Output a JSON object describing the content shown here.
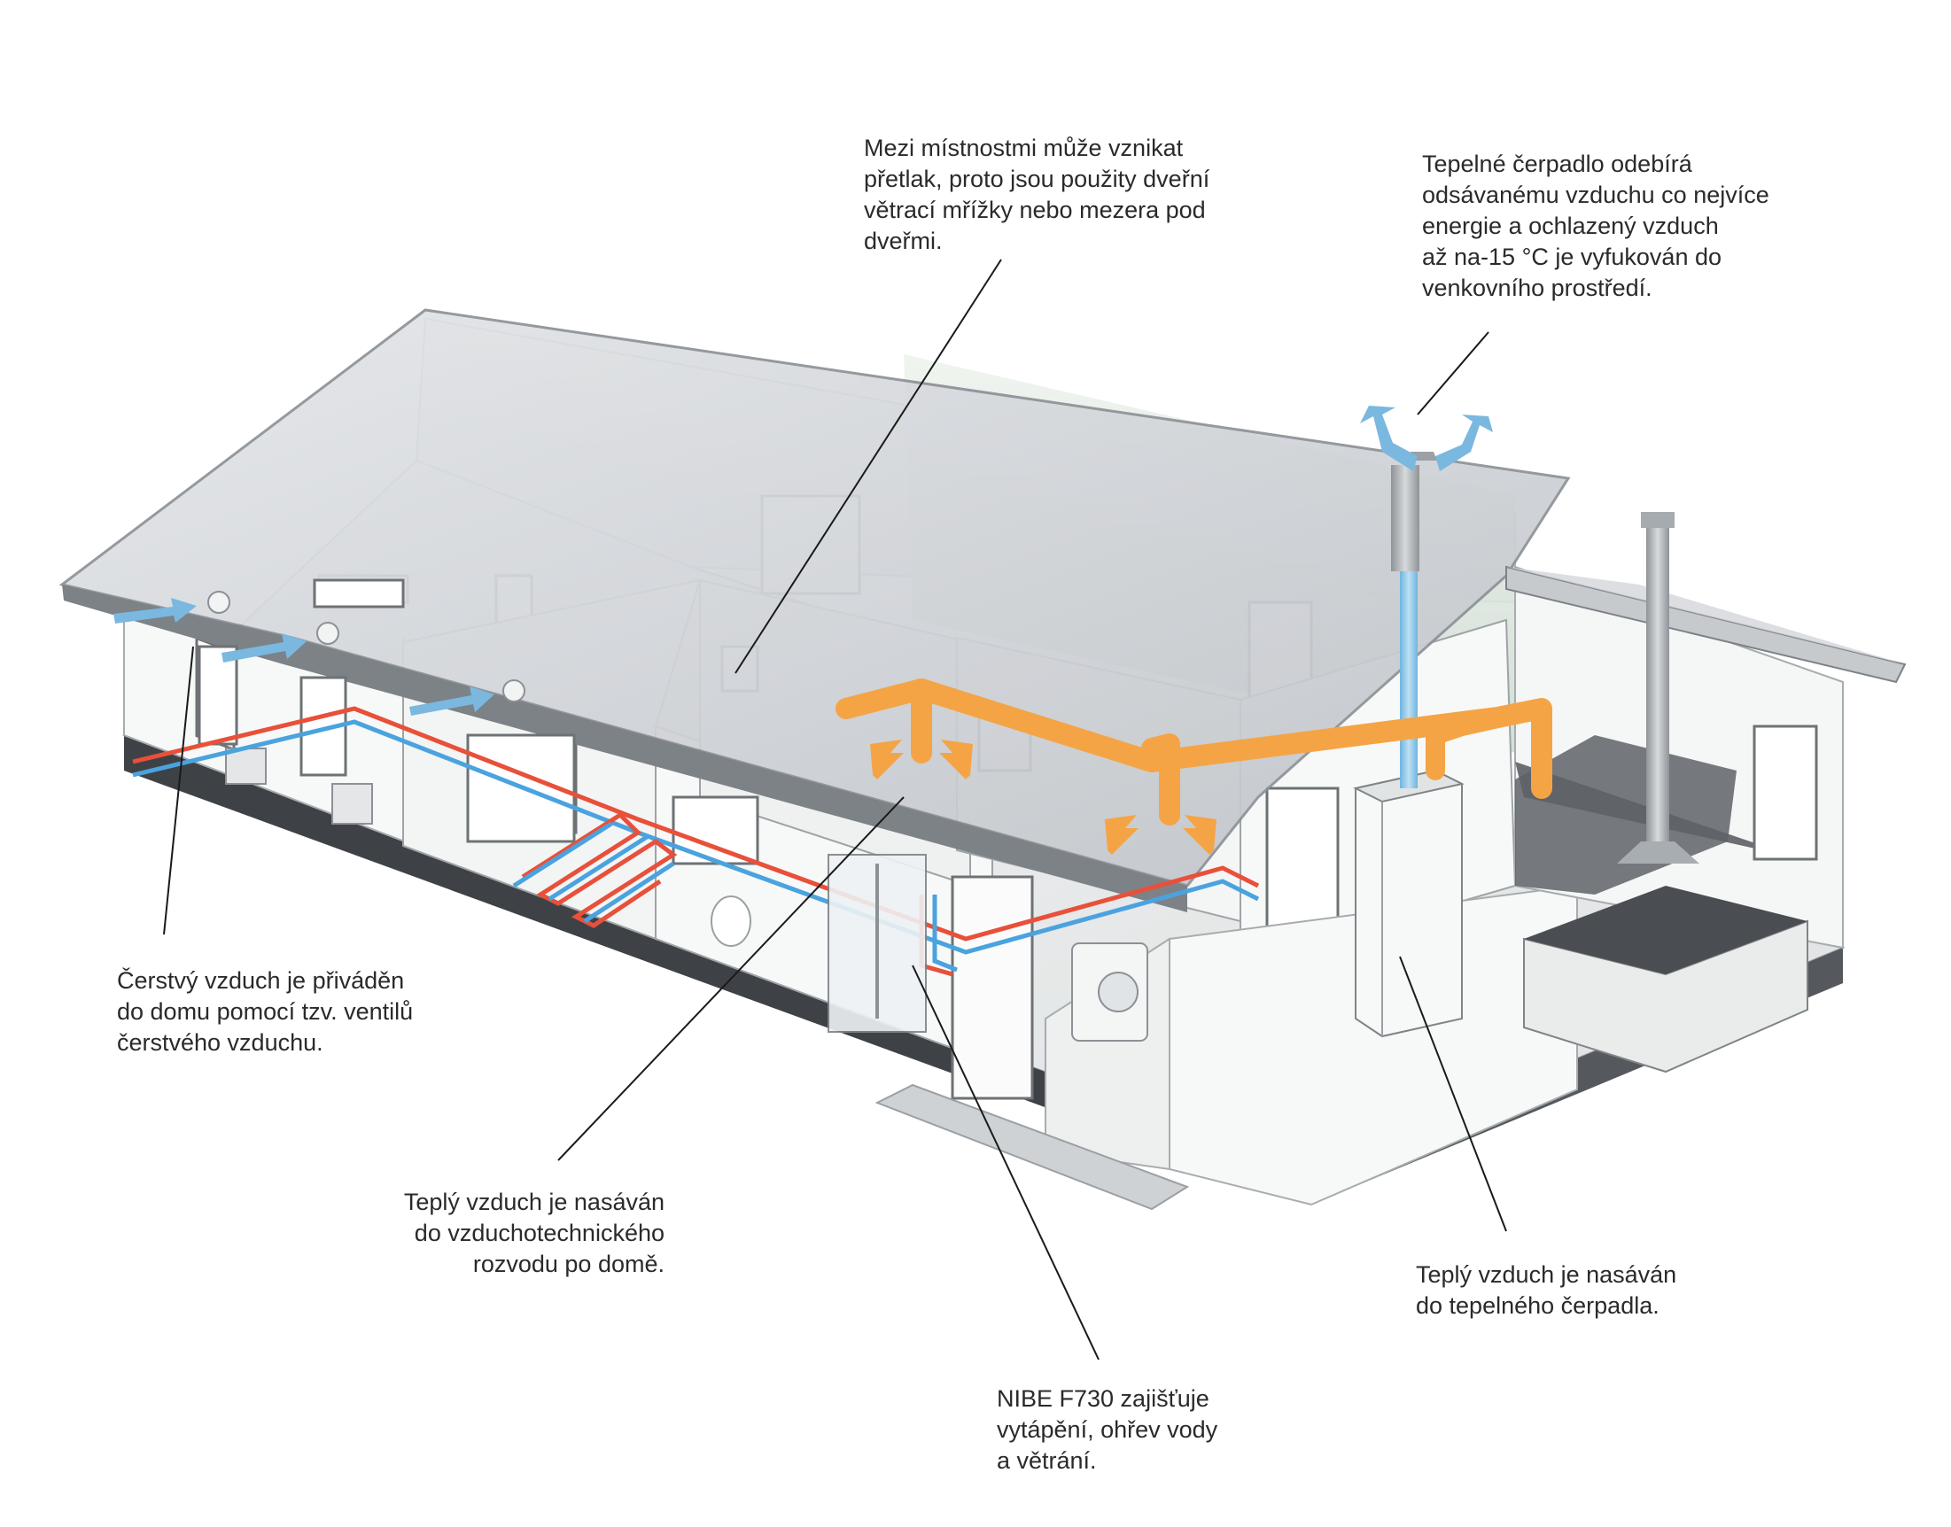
{
  "callouts": {
    "overpressure": {
      "lines": [
        "Mezi místnostmi může vznikat",
        "přetlak, proto jsou použity dveřní",
        "větrací mřížky nebo mezera pod",
        "dveřmi."
      ]
    },
    "exhaust": {
      "lines": [
        "Tepelné čerpadlo odebírá",
        "odsávanému vzduchu co nejvíce",
        "energie a ochlazený vzduch",
        "až na-15 °C je vyfukován do",
        "venkovního prostředí."
      ]
    },
    "fresh_air": {
      "lines": [
        "Čerstvý vzduch je přiváděn",
        "do domu pomocí tzv. ventilů",
        "čerstvého vzduchu."
      ]
    },
    "warm_air_ducts": {
      "lines": [
        "Teplý vzduch je nasáván",
        "do vzduchotechnického",
        "rozvodu po domě."
      ]
    },
    "warm_air_pump": {
      "lines": [
        "Teplý vzduch je nasáván",
        "do tepelného čerpadla."
      ]
    },
    "nibe": {
      "lines": [
        "NIBE F730 zajišťuje",
        "vytápění, ohřev vody",
        "a větrání."
      ]
    }
  },
  "colors": {
    "fresh_air_arrow": "#7ab8e0",
    "warm_air_arrow": "#f5a445",
    "duct": "#f5a445",
    "exhaust_pipe": "#8ec8e8",
    "floor_heating_hot": "#e8503a",
    "floor_heating_cold": "#4aa3df",
    "roof": "#cfd3d8",
    "wall": "#f4f5f5",
    "floor": "#e9ebec",
    "leader_line": "#1a1a1a"
  }
}
